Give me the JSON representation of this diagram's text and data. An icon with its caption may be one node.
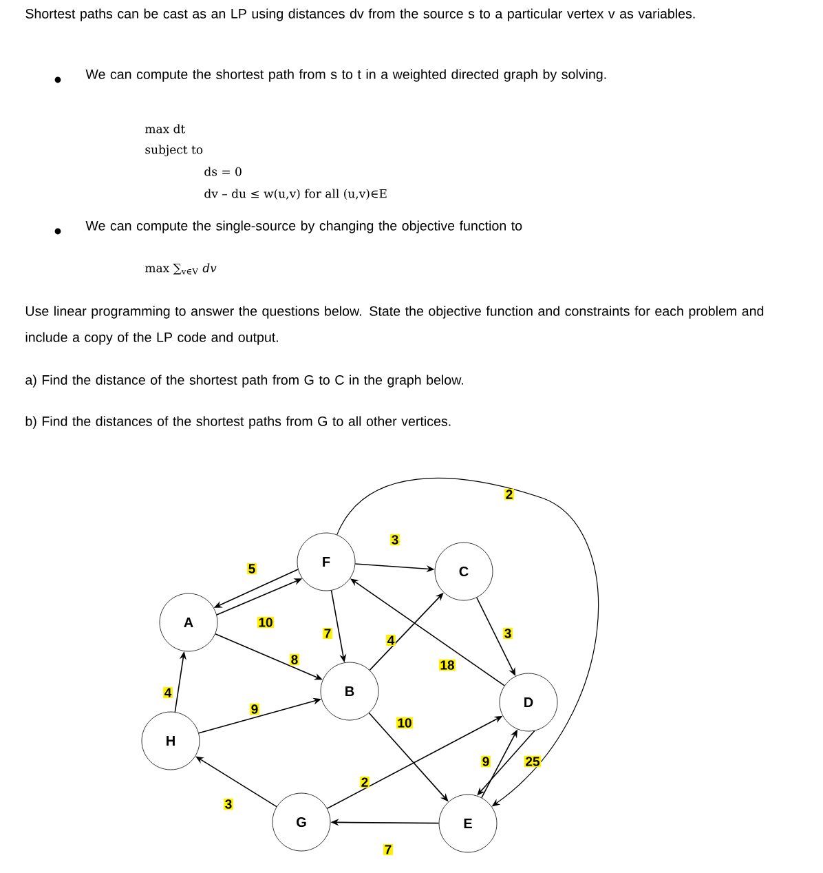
{
  "diagram": {
    "nodes": [
      {
        "text": [
          "F"
        ]
      },
      {
        "text": [
          "C"
        ]
      },
      {
        "text": [
          "A"
        ]
      },
      {
        "text": [
          "B"
        ]
      },
      {
        "text": [
          "D"
        ]
      },
      {
        "text": [
          "H"
        ]
      },
      {
        "text": [
          "G"
        ]
      },
      {
        "text": [
          "E"
        ]
      }
    ],
    "edges": [
      {
        "from": 0,
        "to": 2,
        "arrow": "to",
        "label": "5"
      },
      {
        "from": 2,
        "to": 0,
        "arrow": "to",
        "label": "10"
      },
      {
        "from": 0,
        "to": 1,
        "arrow": "to",
        "label": "3"
      },
      {
        "from": 0,
        "to": 3,
        "arrow": "to",
        "label": "7"
      },
      {
        "from": 2,
        "to": 3,
        "arrow": "to",
        "label": "8"
      },
      {
        "from": 5,
        "to": 2,
        "arrow": "to",
        "label": "4"
      },
      {
        "from": 5,
        "to": 3,
        "arrow": "to",
        "label": "9"
      },
      {
        "from": 6,
        "to": 5,
        "arrow": "to",
        "label": "3"
      },
      {
        "from": 3,
        "to": 1,
        "arrow": "to",
        "label": "4"
      },
      {
        "from": 4,
        "to": 0,
        "arrow": "to",
        "label": "18"
      },
      {
        "from": 1,
        "to": 4,
        "arrow": "to",
        "label": "3"
      },
      {
        "from": 3,
        "to": 7,
        "arrow": "to",
        "label": "10"
      },
      {
        "from": 6,
        "to": 4,
        "arrow": "to",
        "label": "2"
      },
      {
        "from": 7,
        "to": 4,
        "arrow": "to",
        "label": "9"
      },
      {
        "from": 4,
        "to": 7,
        "arrow": "to",
        "label": "25"
      },
      {
        "from": 7,
        "to": 6,
        "arrow": "to",
        "label": "7"
      },
      {
        "from": 0,
        "to": 7,
        "arrow": "to",
        "label": "2"
      }
    ],
    "labels": [
      "Shortest paths can be cast as an LP using distances dv from the source s to a particular vertex v as variables.",
      "We can compute the shortest path from s to t in a weighted directed graph by solving.",
      "max dt",
      "subject to",
      "ds = 0",
      "dv – du ≤ w(u,v)  for all (u,v)∈E",
      "We can compute the single-source by changing the objective function to",
      "max ∑$_{v∈V}$ *dv*",
      "Use linear programming to answer the questions below.  State the objective function and constraints for each problem and include a copy of the LP code and output.",
      "a) Find the distance of the shortest path from G to C in the graph below.",
      "b) Find the distances of the shortest paths from G to all other vertices."
    ]
  }
}
